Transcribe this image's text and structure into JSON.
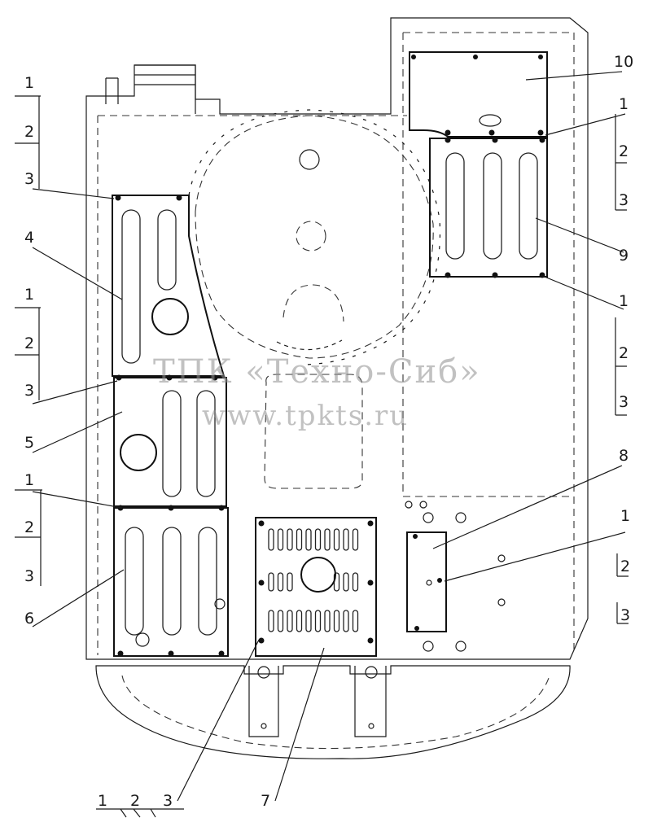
{
  "labels": {
    "n1a": "1",
    "n2a": "2",
    "n3a": "3",
    "n4": "4",
    "n1b": "1",
    "n2b": "2",
    "n3b": "3",
    "n5": "5",
    "n1c": "1",
    "n2c": "2",
    "n3c": "3",
    "n6": "6",
    "n10": "10",
    "n1d": "1",
    "n2d": "2",
    "n3d": "3",
    "n9": "9",
    "n1e": "1",
    "n2e": "2",
    "n3e": "3",
    "n8": "8",
    "n1f": "1",
    "n2f": "2",
    "n3f": "3",
    "b1": "1",
    "b2": "2",
    "b3": "3",
    "n7": "7"
  },
  "watermark": {
    "line1": "ТПК «Техно-Сиб»",
    "line2": "www.tpkts.ru"
  }
}
